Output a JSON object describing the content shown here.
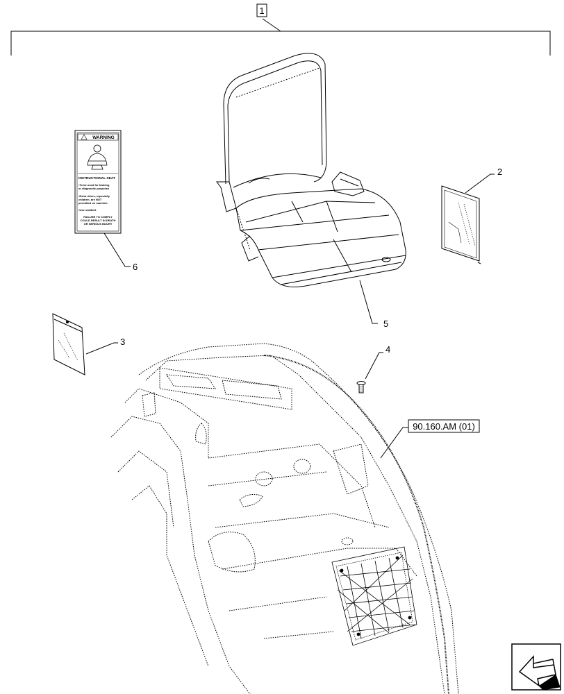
{
  "diagram": {
    "assembly_callout": "1",
    "callouts": {
      "manual": "2",
      "bag": "3",
      "screw": "4",
      "seat": "5",
      "decal": "6"
    },
    "reference_label": "90.160.AM (01)",
    "decal": {
      "header": "WARNING",
      "title": "INSTRUCTIONAL SEAT",
      "lines": [
        "•To be used for training",
        " or diagnostic purposes",
        "•Extra riders, especially",
        " children, are NOT",
        " permitted on machine.",
        "•Use seatbelt.",
        "FAILURE TO COMPLY",
        "COULD RESULT IN DEATH",
        "OR SERIOUS INJURY"
      ]
    }
  }
}
